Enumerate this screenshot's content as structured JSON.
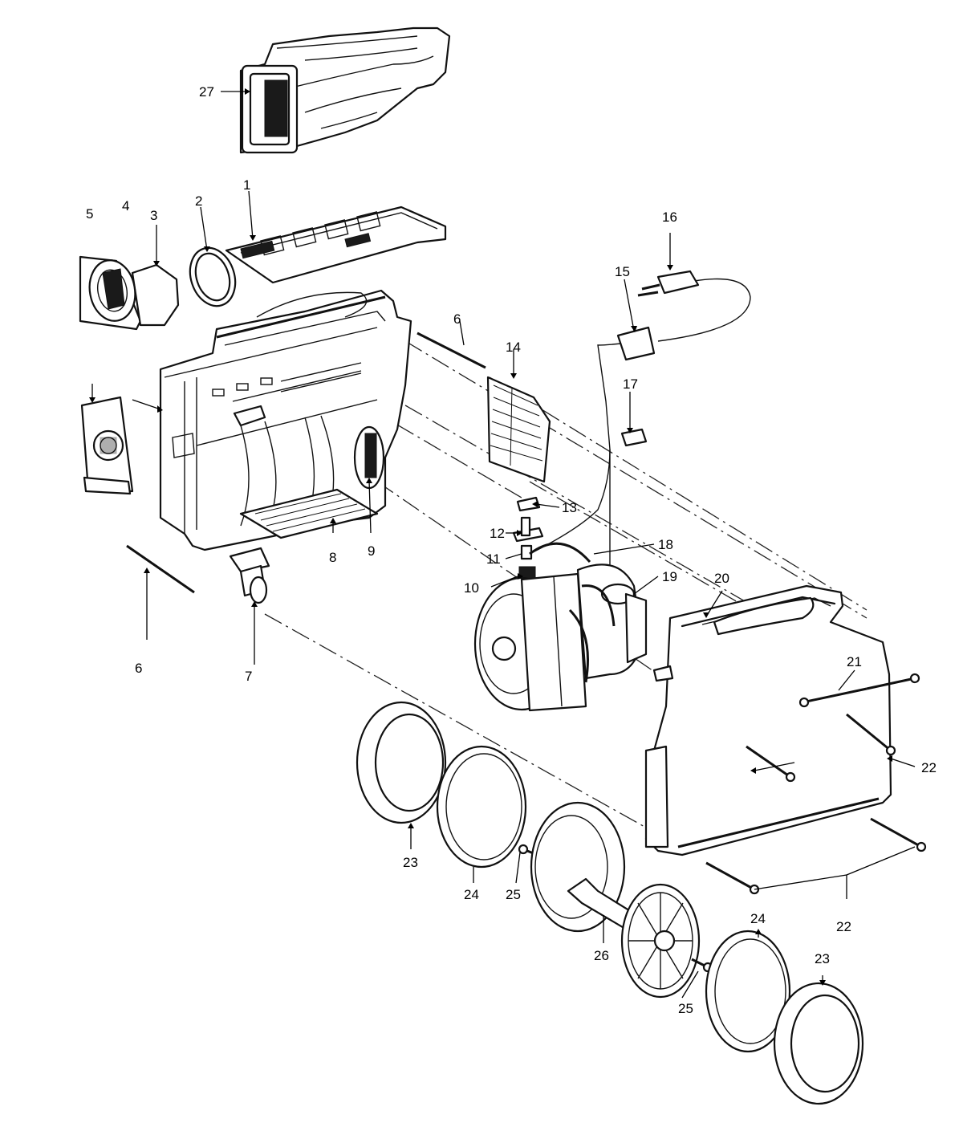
{
  "callouts": [
    {
      "id": "c1",
      "text": "1"
    },
    {
      "id": "c2",
      "text": "2"
    },
    {
      "id": "c3",
      "text": "3"
    },
    {
      "id": "c4",
      "text": "4"
    },
    {
      "id": "c5",
      "text": "5"
    },
    {
      "id": "c6a",
      "text": "6"
    },
    {
      "id": "c6b",
      "text": "6"
    },
    {
      "id": "c7",
      "text": "7"
    },
    {
      "id": "c8",
      "text": "8"
    },
    {
      "id": "c9",
      "text": "9"
    },
    {
      "id": "c10",
      "text": "10"
    },
    {
      "id": "c11",
      "text": "11"
    },
    {
      "id": "c12",
      "text": "12"
    },
    {
      "id": "c13",
      "text": "13"
    },
    {
      "id": "c14",
      "text": "14"
    },
    {
      "id": "c15",
      "text": "15"
    },
    {
      "id": "c16",
      "text": "16"
    },
    {
      "id": "c17",
      "text": "17"
    },
    {
      "id": "c18",
      "text": "18"
    },
    {
      "id": "c19",
      "text": "19"
    },
    {
      "id": "c20",
      "text": "20"
    },
    {
      "id": "c21",
      "text": "21"
    },
    {
      "id": "c22a",
      "text": "22"
    },
    {
      "id": "c22b",
      "text": "22"
    },
    {
      "id": "c23a",
      "text": "23"
    },
    {
      "id": "c23b",
      "text": "23"
    },
    {
      "id": "c24a",
      "text": "24"
    },
    {
      "id": "c24b",
      "text": "24"
    },
    {
      "id": "c25a",
      "text": "25"
    },
    {
      "id": "c25b",
      "text": "25"
    },
    {
      "id": "c26",
      "text": "26"
    },
    {
      "id": "c27",
      "text": "27"
    }
  ]
}
